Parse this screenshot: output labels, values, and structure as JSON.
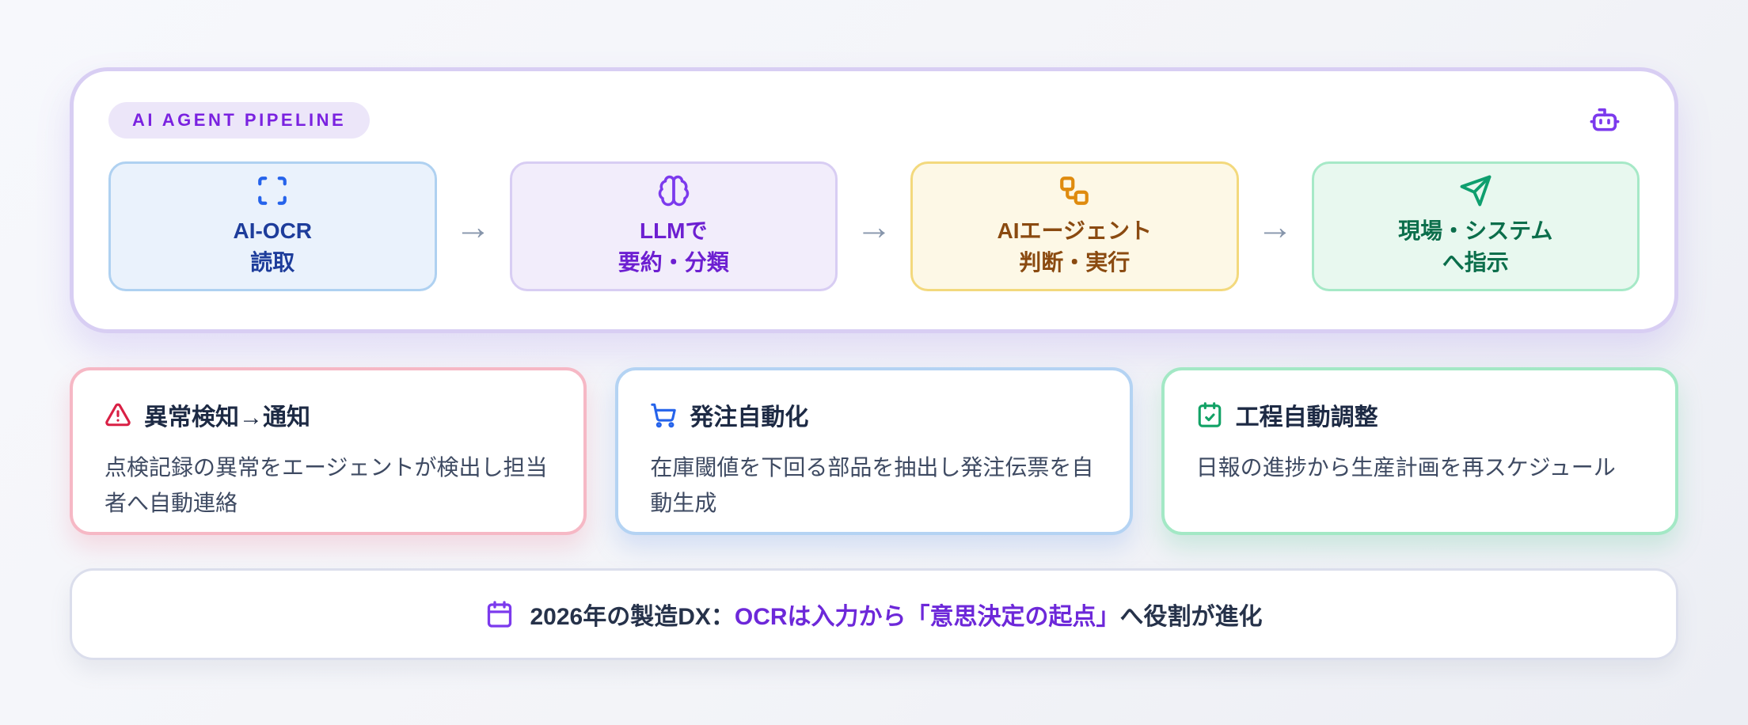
{
  "pipeline": {
    "badge_label": "AI AGENT PIPELINE",
    "badge_color": "#7a22e0",
    "container_border_color": "#d8cef3",
    "arrow_glyph": "→",
    "bot_icon": "bot-icon",
    "steps": [
      {
        "icon": "scan-icon",
        "line1": "AI-OCR",
        "line2": "読取",
        "bg": "#eaf2fc",
        "border": "#afd1f1",
        "text_color": "#1e3d9b",
        "icon_color": "#2563eb"
      },
      {
        "icon": "brain-icon",
        "line1": "LLMで",
        "line2": "要約・分類",
        "bg": "#f2edfb",
        "border": "#d8cdf3",
        "text_color": "#6d1fd1",
        "icon_color": "#7c3aed"
      },
      {
        "icon": "workflow-icon",
        "line1": "AIエージェント",
        "line2": "判断・実行",
        "bg": "#fdf8e6",
        "border": "#f3d97d",
        "text_color": "#8a4a10",
        "icon_color": "#df8b0e"
      },
      {
        "icon": "send-icon",
        "line1": "現場・システム",
        "line2": "へ指示",
        "bg": "#e8f8ef",
        "border": "#a6e9c7",
        "text_color": "#0b6e4b",
        "icon_color": "#0e9f6e"
      }
    ]
  },
  "cards": [
    {
      "icon": "alert-triangle-icon",
      "icon_color": "#d92045",
      "border": "#f6b8c5",
      "title": "異常検知→通知",
      "body": "点検記録の異常をエージェントが検出し担当者へ自動連絡"
    },
    {
      "icon": "shopping-cart-icon",
      "icon_color": "#2563eb",
      "border": "#b4d3f3",
      "title": "発注自動化",
      "body": "在庫閾値を下回る部品を抽出し発注伝票を自動生成"
    },
    {
      "icon": "calendar-check-icon",
      "icon_color": "#12a266",
      "border": "#a3e8c5",
      "title": "工程自動調整",
      "body": "日報の進捗から生産計画を再スケジュール"
    }
  ],
  "footer": {
    "icon": "calendar-icon",
    "icon_color": "#7c3aed",
    "text_prefix": "2026年の製造DX：",
    "text_highlight": "OCRは入力から「意思決定の起点」",
    "text_suffix": "へ役割が進化",
    "highlight_color": "#6d28d9"
  }
}
